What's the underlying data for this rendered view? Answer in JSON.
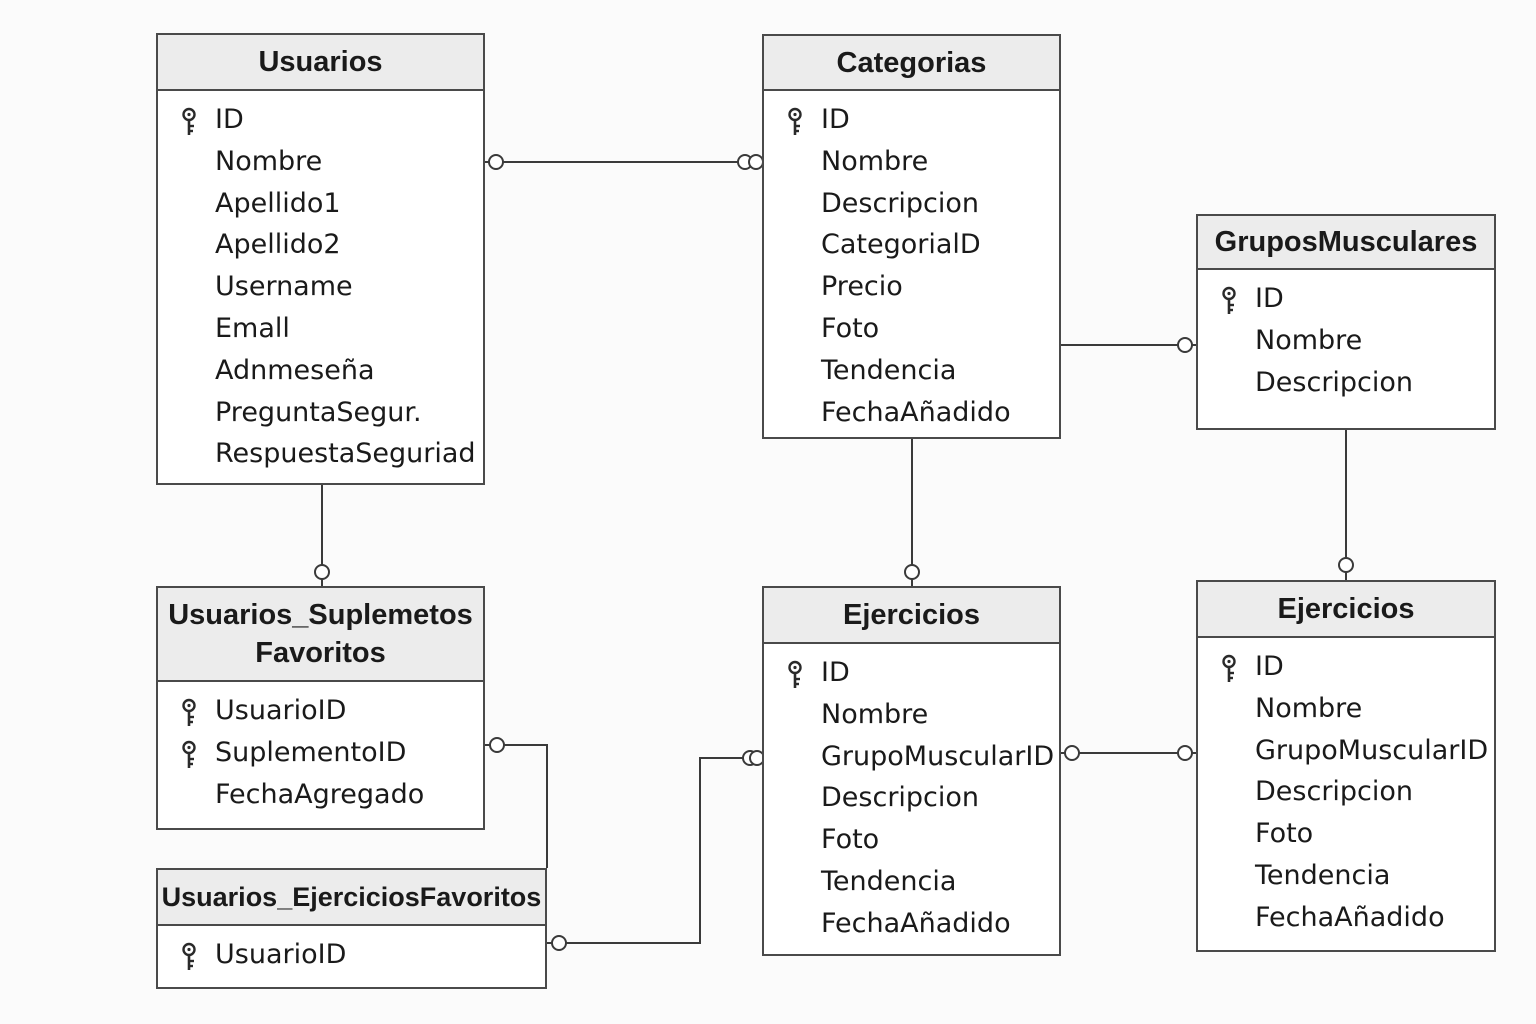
{
  "tables": [
    {
      "id": "usuarios",
      "title_lines": [
        "Usuarios"
      ],
      "fields": [
        {
          "name": "ID",
          "pk": true
        },
        {
          "name": "Nombre",
          "pk": false
        },
        {
          "name": "Apellido1",
          "pk": false
        },
        {
          "name": "Apellido2",
          "pk": false
        },
        {
          "name": "Username",
          "pk": false
        },
        {
          "name": "Emall",
          "pk": false
        },
        {
          "name": "Adnmeseña",
          "pk": false
        },
        {
          "name": "PreguntaSegur.",
          "pk": false
        },
        {
          "name": "RespuestaSeguriad",
          "pk": false
        }
      ]
    },
    {
      "id": "categorias",
      "title_lines": [
        "Categorias"
      ],
      "fields": [
        {
          "name": "ID",
          "pk": true
        },
        {
          "name": "Nombre",
          "pk": false
        },
        {
          "name": "Descripcion",
          "pk": false
        },
        {
          "name": "CategorialD",
          "pk": false
        },
        {
          "name": "Precio",
          "pk": false
        },
        {
          "name": "Foto",
          "pk": false
        },
        {
          "name": "Tendencia",
          "pk": false
        },
        {
          "name": "FechaAñadido",
          "pk": false
        }
      ]
    },
    {
      "id": "grupos-musculares",
      "title_lines": [
        "GruposMusculares"
      ],
      "fields": [
        {
          "name": "ID",
          "pk": true
        },
        {
          "name": "Nombre",
          "pk": false
        },
        {
          "name": "Descripcion",
          "pk": false
        }
      ]
    },
    {
      "id": "usuarios-suplementos-favoritos",
      "title_lines": [
        "Usuarios_Suplemetos",
        "Favoritos"
      ],
      "fields": [
        {
          "name": "UsuarioID",
          "pk": true
        },
        {
          "name": "SuplementoID",
          "pk": true
        },
        {
          "name": "FechaAgregado",
          "pk": false
        }
      ]
    },
    {
      "id": "usuarios-ejercicios-favoritos",
      "title_lines": [
        "Usuarios_EjerciciosFavoritos"
      ],
      "fields": [
        {
          "name": "UsuarioID",
          "pk": true
        }
      ]
    },
    {
      "id": "ejercicios-center",
      "title_lines": [
        "Ejercicios"
      ],
      "fields": [
        {
          "name": "ID",
          "pk": true
        },
        {
          "name": "Nombre",
          "pk": false
        },
        {
          "name": "GrupoMuscularID",
          "pk": false
        },
        {
          "name": "Descripcion",
          "pk": false
        },
        {
          "name": "Foto",
          "pk": false
        },
        {
          "name": "Tendencia",
          "pk": false
        },
        {
          "name": "FechaAñadido",
          "pk": false
        }
      ]
    },
    {
      "id": "ejercicios-right",
      "title_lines": [
        "Ejercicios"
      ],
      "fields": [
        {
          "name": "ID",
          "pk": true
        },
        {
          "name": "Nombre",
          "pk": false
        },
        {
          "name": "GrupoMuscularID",
          "pk": false
        },
        {
          "name": "Descripcion",
          "pk": false
        },
        {
          "name": "Foto",
          "pk": false
        },
        {
          "name": "Tendencia",
          "pk": false
        },
        {
          "name": "FechaAñadido",
          "pk": false
        }
      ]
    }
  ],
  "relationships": [
    {
      "id": "usuarios-categorias",
      "from": "usuarios",
      "to": "categorias"
    },
    {
      "id": "categorias-grupos-musculares",
      "from": "categorias",
      "to": "grupos-musculares"
    },
    {
      "id": "usuarios-suplementos-favoritos",
      "from": "usuarios",
      "to": "usuarios-suplementos-favoritos"
    },
    {
      "id": "categorias-ejercicios",
      "from": "categorias",
      "to": "ejercicios-center"
    },
    {
      "id": "grupos-musculares-ejercicios",
      "from": "grupos-musculares",
      "to": "ejercicios-right"
    },
    {
      "id": "suplementos-favoritos-ejercicios-favoritos",
      "from": "usuarios-suplementos-favoritos",
      "to": "usuarios-ejercicios-favoritos"
    },
    {
      "id": "ejercicios-favoritos-ejercicios",
      "from": "usuarios-ejercicios-favoritos",
      "to": "ejercicios-center"
    },
    {
      "id": "ejercicios-ejercicios",
      "from": "ejercicios-center",
      "to": "ejercicios-right"
    }
  ],
  "colors": {
    "border": "#4a4a4a",
    "header_bg": "#ececec",
    "line": "#3a3a3a",
    "text": "#1a1a1a"
  },
  "icons": {
    "primary_key": "key-icon"
  }
}
